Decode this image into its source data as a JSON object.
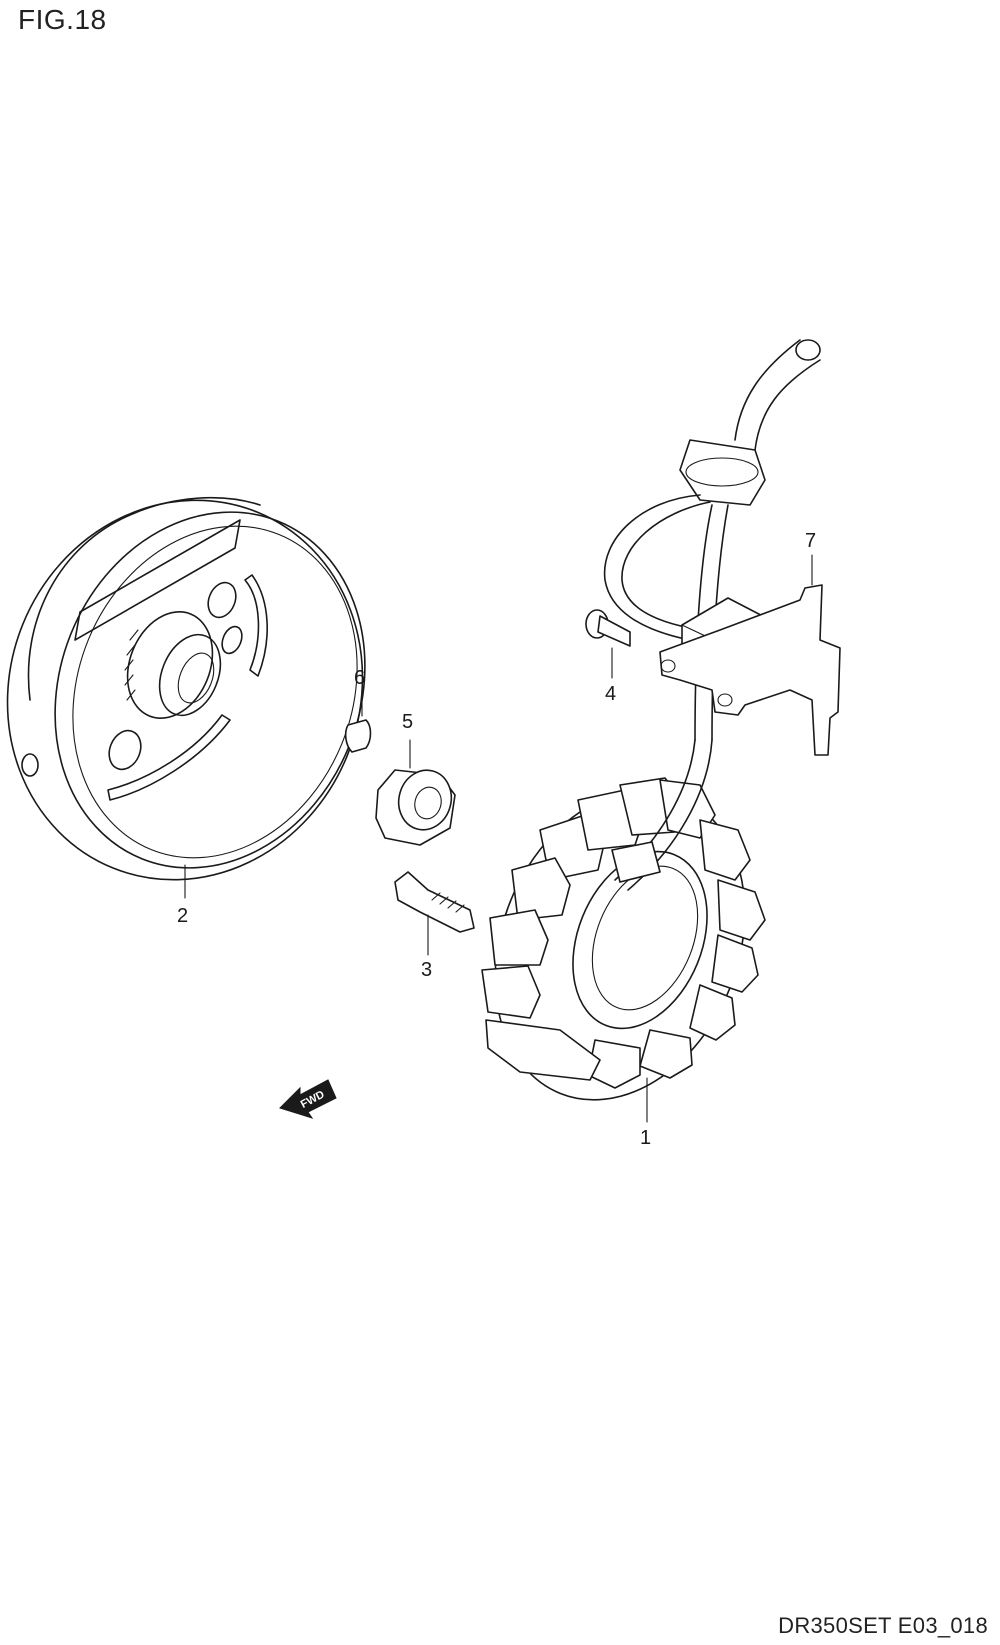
{
  "header": {
    "figure_label": "FIG.18"
  },
  "footer": {
    "drawing_code": "DR350SET E03_018"
  },
  "callouts": [
    "1",
    "2",
    "3",
    "4",
    "5",
    "6",
    "7"
  ],
  "direction_marker": {
    "label": "FWD"
  }
}
